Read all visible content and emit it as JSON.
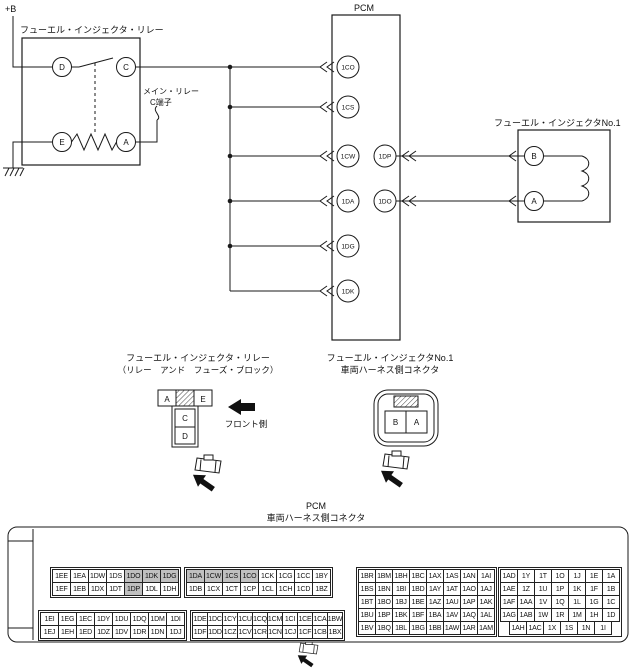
{
  "colors": {
    "line": "#1a1a1a",
    "highlight": "#c0c0c0"
  },
  "top": {
    "power_label": "+B",
    "relay_title": "フューエル・インジェクタ・リレー",
    "relay_terminals": {
      "top_left": "D",
      "top_right": "C",
      "bottom_left": "E",
      "bottom_right": "A"
    },
    "main_relay_label_1": "メイン・リレー",
    "main_relay_label_2": "C端子",
    "pcm_title": "PCM",
    "pcm_left_terminals": [
      "1CO",
      "1CS",
      "1CW",
      "1DA",
      "1DG",
      "1DK"
    ],
    "pcm_right_terminals": [
      "1DP",
      "1DO"
    ],
    "injector_title": "フューエル・インジェクタNo.1",
    "injector_terminals": [
      "B",
      "A"
    ]
  },
  "middle": {
    "relay_caption_1": "フューエル・インジェクタ・リレー",
    "relay_caption_2": "（リレー　アンド　フューズ・ブロック）",
    "injector_caption_1": "フューエル・インジェクタNo.1",
    "injector_caption_2": "車両ハーネス側コネクタ",
    "relay_connector": {
      "top_left": "A",
      "top_right": "E",
      "middle": "C",
      "bottom": "D"
    },
    "front_label": "フロント側",
    "injector_connector": {
      "left": "B",
      "right": "A"
    }
  },
  "bottom": {
    "caption_1": "PCM",
    "caption_2": "車両ハーネス側コネクタ",
    "highlighted": [
      "1CO",
      "1CS",
      "1CW",
      "1DA",
      "1DG",
      "1DK",
      "1DO",
      "1DP"
    ],
    "left_upper_left": [
      [
        "1EE",
        "1EA",
        "1DW",
        "1DS",
        "1DO",
        "1DK",
        "1DG"
      ],
      [
        "1EF",
        "1EB",
        "1DX",
        "1DT",
        "1DP",
        "1DL",
        "1DH"
      ]
    ],
    "left_upper_right": [
      [
        "1DA",
        "1CW",
        "1CS",
        "1CO",
        "1CK",
        "1CG",
        "1CC",
        "1BY"
      ],
      [
        "1DB",
        "1CX",
        "1CT",
        "1CP",
        "1CL",
        "1CH",
        "1CD",
        "1BZ"
      ]
    ],
    "left_lower_left": [
      [
        "1EI",
        "1EG",
        "1EC",
        "1DY",
        "1DU",
        "1DQ",
        "1DM",
        "1DI"
      ],
      [
        "1EJ",
        "1EH",
        "1ED",
        "1DZ",
        "1DV",
        "1DR",
        "1DN",
        "1DJ"
      ]
    ],
    "left_lower_right": [
      [
        "1DE",
        "1DC",
        "1CY",
        "1CU",
        "1CQ",
        "1CM",
        "1CI",
        "1CE",
        "1CA",
        "1BW"
      ],
      [
        "1DF",
        "1DD",
        "1CZ",
        "1CV",
        "1CR",
        "1CN",
        "1CJ",
        "1CF",
        "1CB",
        "1BX"
      ]
    ],
    "right_left": [
      [
        "1BR",
        "1BM",
        "1BH",
        "1BC",
        "1AX",
        "1AS",
        "1AN",
        "1AI"
      ],
      [
        "1BS",
        "1BN",
        "1BI",
        "1BD",
        "1AY",
        "1AT",
        "1AO",
        "1AJ"
      ],
      [
        "1BT",
        "1BO",
        "1BJ",
        "1BE",
        "1AZ",
        "1AU",
        "1AP",
        "1AK"
      ],
      [
        "1BU",
        "1BP",
        "1BK",
        "1BF",
        "1BA",
        "1AV",
        "1AQ",
        "1AL"
      ],
      [
        "1BV",
        "1BQ",
        "1BL",
        "1BG",
        "1BB",
        "1AW",
        "1AR",
        "1AM"
      ]
    ],
    "right_right": [
      [
        "1AD",
        "1Y",
        "1T",
        "1O",
        "1J",
        "1E",
        "1A"
      ],
      [
        "1AE",
        "1Z",
        "1U",
        "1P",
        "1K",
        "1F",
        "1B"
      ],
      [
        "1AF",
        "1AA",
        "1V",
        "1Q",
        "1L",
        "1G",
        "1C"
      ],
      [
        "1AG",
        "1AB",
        "1W",
        "1R",
        "1M",
        "1H",
        "1D"
      ],
      [
        "1AH",
        "1AC",
        "1X",
        "1S",
        "1N",
        "1I"
      ]
    ]
  }
}
